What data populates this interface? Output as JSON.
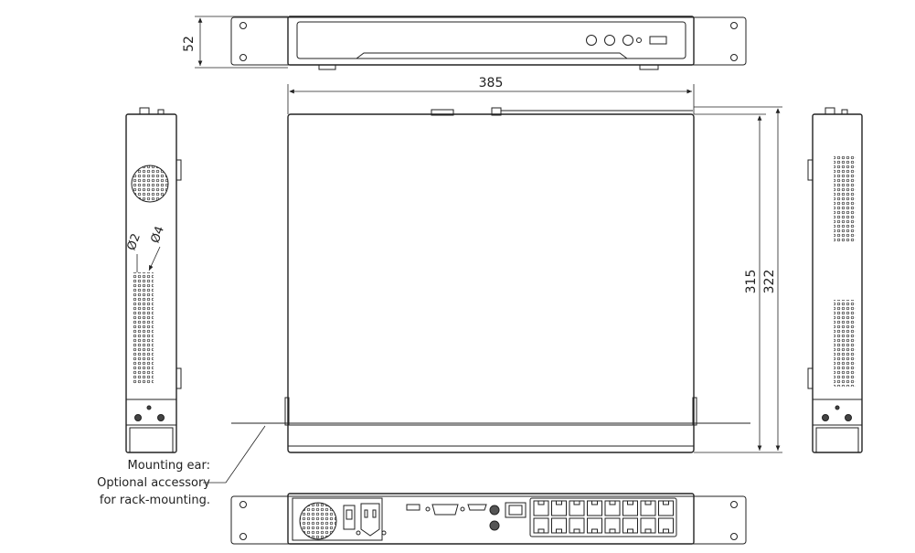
{
  "dimensions": {
    "front_height": "52",
    "width": "385",
    "depth": "315",
    "depth_with_ears": "322",
    "hole_small": "Ø2",
    "hole_large": "Ø4"
  },
  "note": {
    "line1": "Mounting ear:",
    "line2": "Optional accessory",
    "line3": "for rack-mounting."
  },
  "icons": {
    "front_buttons": "round-button-icon",
    "power_socket": "power-socket-icon",
    "fan": "fan-icon",
    "vga": "vga-port-icon",
    "hdmi": "hdmi-port-icon",
    "usb": "usb-port-icon",
    "lan": "lan-port-icon",
    "poe_ports": "rj45-port-icon"
  }
}
